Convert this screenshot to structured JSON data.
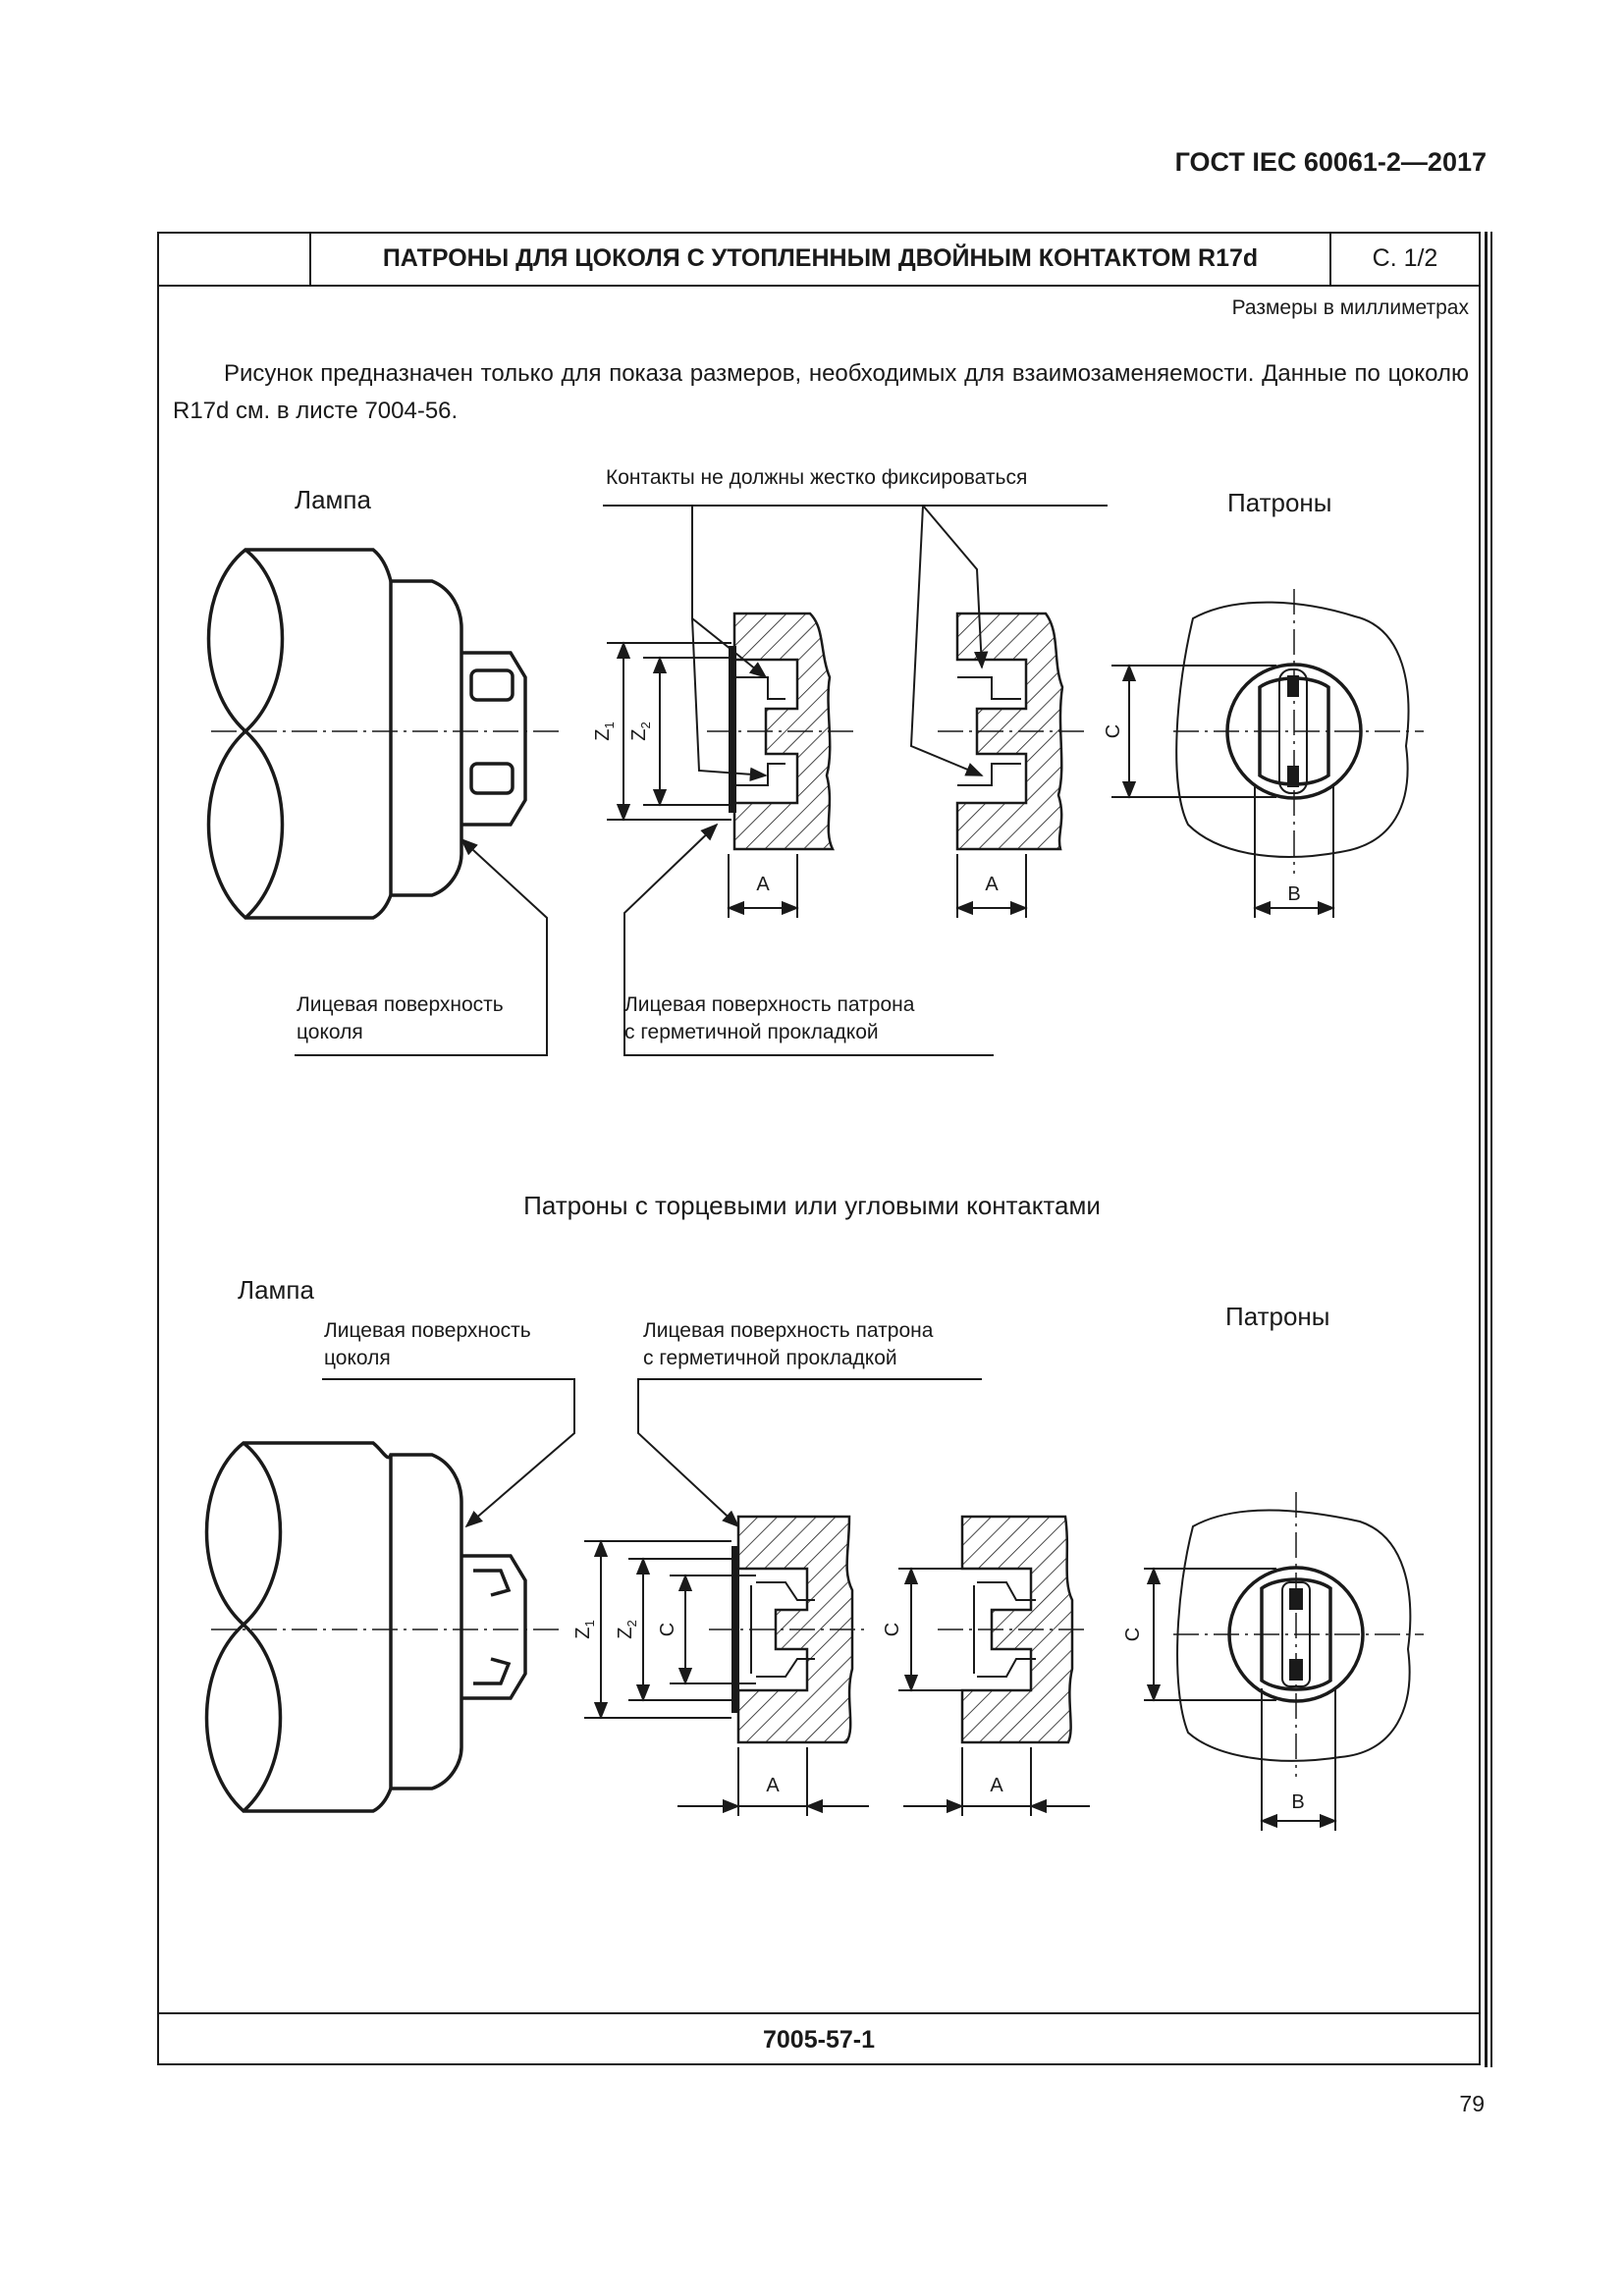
{
  "page": {
    "standard": "ГОСТ IEC 60061-2—2017",
    "page_number": "79"
  },
  "header": {
    "title": "ПАТРОНЫ ДЛЯ ЦОКОЛЯ С УТОПЛЕННЫМ ДВОЙНЫМ КОНТАКТОМ R17d",
    "sheet": "С. 1/2"
  },
  "units_note": "Размеры в миллиметрах",
  "intro": "Рисунок предназначен только для показа размеров, необходимых для взаимозаменяемости. Данные по цоколю R17d см. в листе 7004-56.",
  "figure1": {
    "lamp_label": "Лампа",
    "contacts_note": "Контакты не должны жестко фиксироваться",
    "holders_label": "Патроны",
    "cap_face_label_line1": "Лицевая поверхность",
    "cap_face_label_line2": "цоколя",
    "holder_face_label_line1": "Лицевая поверхность патрона",
    "holder_face_label_line2": "с герметичной прокладкой",
    "dims": {
      "z1": "Z",
      "z1_sub": "1",
      "z2": "Z",
      "z2_sub": "2",
      "a": "A",
      "b": "B",
      "c": "C"
    }
  },
  "section2_title": "Патроны с торцевыми или угловыми контактами",
  "figure2": {
    "lamp_label": "Лампа",
    "holders_label": "Патроны",
    "cap_face_label_line1": "Лицевая поверхность",
    "cap_face_label_line2": "цоколя",
    "holder_face_label_line1": "Лицевая поверхность патрона",
    "holder_face_label_line2": "с герметичной прокладкой",
    "dims": {
      "z1": "Z",
      "z1_sub": "1",
      "z2": "Z",
      "z2_sub": "2",
      "a": "A",
      "b": "B",
      "c": "C"
    }
  },
  "footer": {
    "code": "7005-57-1"
  }
}
